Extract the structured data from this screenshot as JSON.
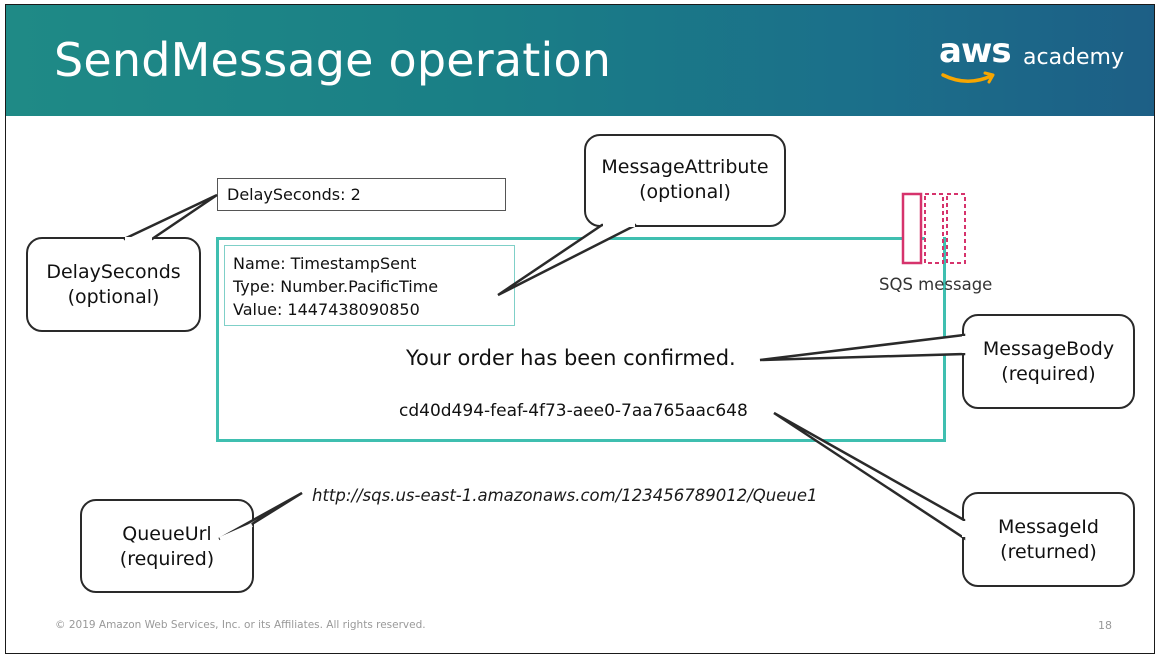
{
  "slide": {
    "title": "SendMessage operation",
    "logo": {
      "aws": "aws",
      "academy": "academy"
    },
    "delay_seconds_field": "DelaySeconds:  2",
    "attribute": {
      "name": "Name: TimestampSent",
      "type": "Type: Number.PacificTime",
      "value": "Value: 1447438090850"
    },
    "message_body": "Your order has been confirmed.",
    "message_id": "cd40d494-feaf-4f73-aee0-7aa765aac648",
    "queue_url": "http://sqs.us-east-1.amazonaws.com/123456789012/Queue1",
    "sqs_icon_label": "SQS message",
    "callouts": {
      "delay": {
        "line1": "DelaySeconds",
        "line2": "(optional)"
      },
      "attribute": {
        "line1": "MessageAttribute",
        "line2": "(optional)"
      },
      "body": {
        "line1": "MessageBody",
        "line2": "(required)"
      },
      "id": {
        "line1": "MessageId",
        "line2": "(returned)"
      },
      "queue": {
        "line1": "QueueUrl",
        "line2": "(required)"
      }
    },
    "footer": "© 2019 Amazon Web Services, Inc. or its Affiliates. All rights reserved.",
    "page_number": "18",
    "colors": {
      "header_start": "#1f8a86",
      "header_end": "#1d5f86",
      "message_frame": "#3fbfb0",
      "sqs_icon": "#d6336c",
      "logo_smile": "#f7a600"
    }
  }
}
